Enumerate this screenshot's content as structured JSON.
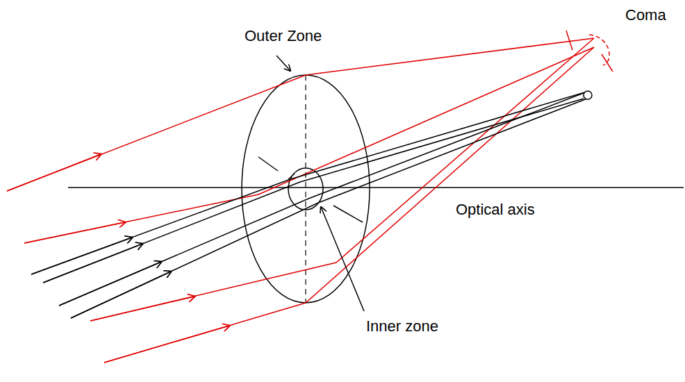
{
  "diagram": {
    "labels": [
      "Coma",
      "Outer Zone",
      "Inner zone",
      "Optical axis"
    ]
  }
}
